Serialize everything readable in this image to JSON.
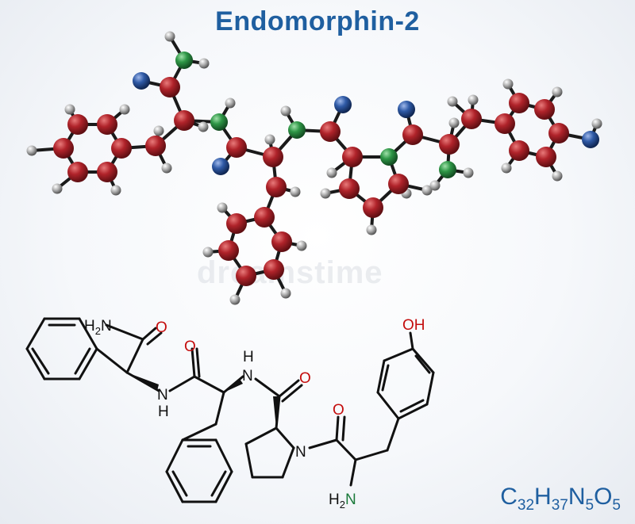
{
  "title": "Endomorphin-2",
  "watermark": "dreamstime",
  "formula": {
    "parts": [
      {
        "el": "C",
        "n": "32"
      },
      {
        "el": "H",
        "n": "37"
      },
      {
        "el": "N",
        "n": "5"
      },
      {
        "el": "O",
        "n": "5"
      }
    ]
  },
  "labels": {
    "amide_h2n": "H2N",
    "amide_o": "O",
    "o_1": "O",
    "nh_1": "N",
    "nh_1_h": "H",
    "n_2": "N",
    "n_2_h": "H",
    "o_2": "O",
    "n_pro": "N",
    "o_3": "O",
    "nh2_bottom": "H2N",
    "oh": "OH"
  },
  "colors": {
    "title": "#1f5fa0",
    "carbon": "#b0232a",
    "nitrogen": "#2e9646",
    "oxygen": "#2f5aa6",
    "hydrogen": "#8c8c8c",
    "bond": "#111111",
    "heteroatom_label": "#c40d0d",
    "nitrogen_label": "#1a7a3a"
  }
}
